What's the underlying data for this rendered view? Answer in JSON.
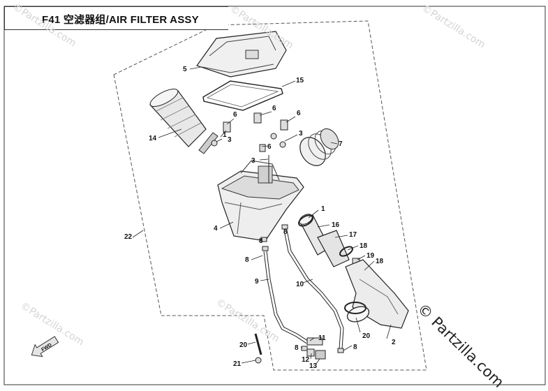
{
  "header": {
    "title": "F41 空滤器组/AIR FILTER ASSY"
  },
  "watermarks": {
    "faint": "©Partzilla.com",
    "copyright": "© Partzilla.com"
  },
  "fwd_label": "FWD",
  "callouts": {
    "c1a": "1",
    "c1b": "1",
    "c2": "2",
    "c3a": "3",
    "c3b": "3",
    "c3c": "3",
    "c4": "4",
    "c5": "5",
    "c6a": "6",
    "c6b": "6",
    "c6c": "6",
    "c6d": "6",
    "c7": "7",
    "c8a": "8",
    "c8b": "8",
    "c8c": "8",
    "c8d": "8",
    "c8e": "8",
    "c9": "9",
    "c10": "10",
    "c11": "11",
    "c12": "12",
    "c13": "13",
    "c14": "14",
    "c15": "15",
    "c16": "16",
    "c17": "17",
    "c18a": "18",
    "c18b": "18",
    "c19": "19",
    "c20a": "20",
    "c20b": "20",
    "c21": "21",
    "c22": "22"
  },
  "colors": {
    "ink": "#111111",
    "frame": "#333333",
    "part_fill": "#e9e9e9",
    "watermark": "#d4d4d4"
  }
}
